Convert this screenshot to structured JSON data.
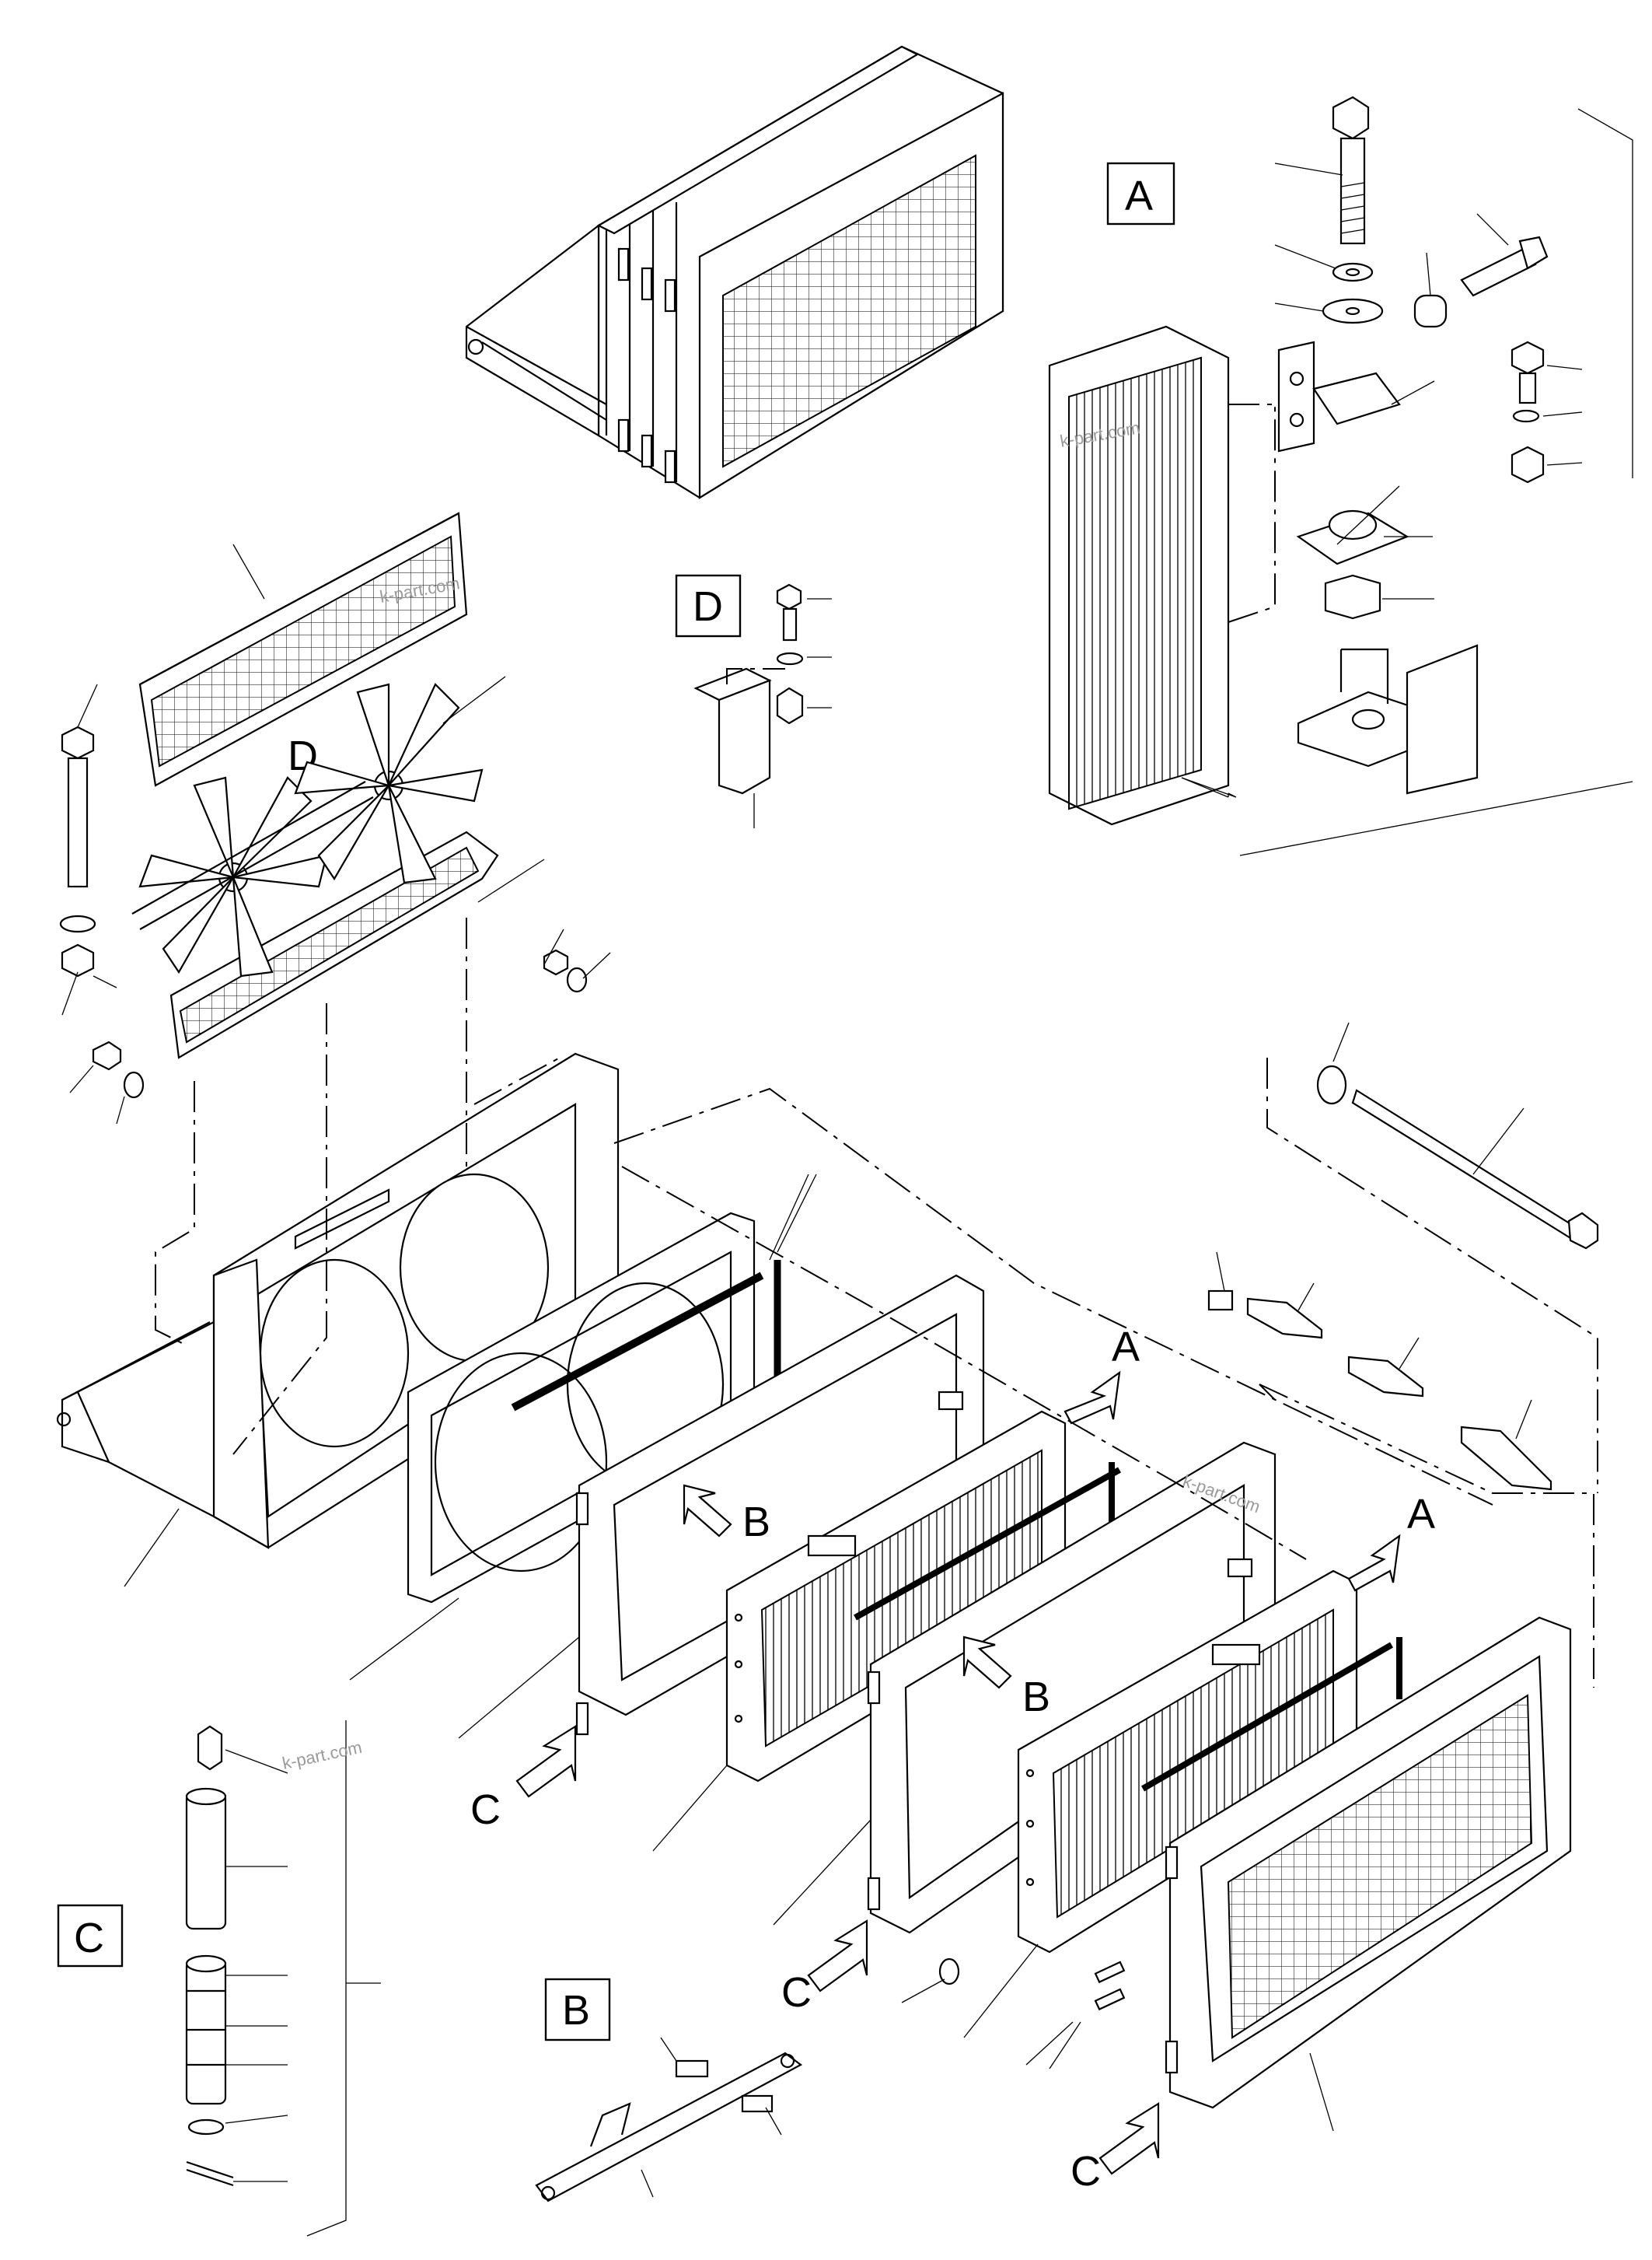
{
  "detail_boxes": [
    {
      "id": "A",
      "label": "A"
    },
    {
      "id": "D",
      "label": "D"
    },
    {
      "id": "C",
      "label": "C"
    },
    {
      "id": "B",
      "label": "B"
    }
  ],
  "callout_letters": {
    "A": "A",
    "B": "B",
    "C": "C",
    "D": "D"
  },
  "watermark": "k-part.com"
}
